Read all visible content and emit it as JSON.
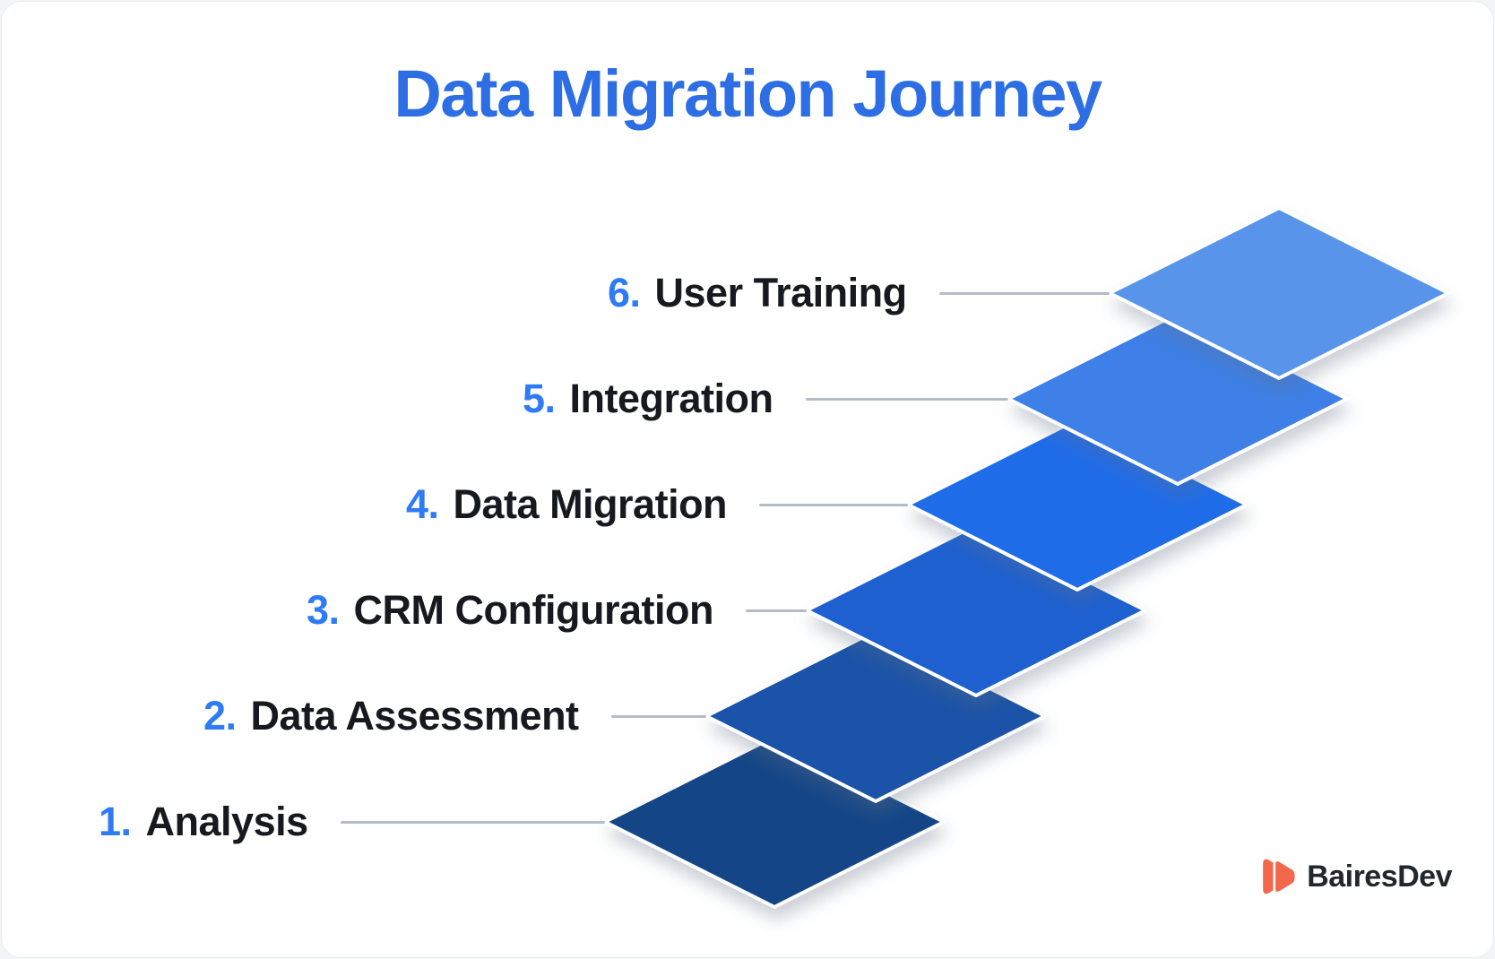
{
  "title": "Data Migration Journey",
  "steps": [
    {
      "number": "1.",
      "label": "Analysis",
      "color": "#144687"
    },
    {
      "number": "2.",
      "label": "Data Assessment",
      "color": "#1A53A8"
    },
    {
      "number": "3.",
      "label": "CRM Configuration",
      "color": "#1E60D0"
    },
    {
      "number": "4.",
      "label": "Data Migration",
      "color": "#1F6CE9"
    },
    {
      "number": "5.",
      "label": "Integration",
      "color": "#3E80E7"
    },
    {
      "number": "6.",
      "label": "User Training",
      "color": "#5895EA"
    }
  ],
  "colors": {
    "title": "#2D6EE4",
    "step-number": "#2F7BF6",
    "label-text": "#17191E",
    "connector": "#B4BCC6",
    "logo-icon": "#F3674B",
    "logo-text": "#23262B",
    "canvas": "#FFFFFF",
    "page-bg": "#F2F4F6"
  },
  "logo": {
    "text": "BairesDev"
  }
}
